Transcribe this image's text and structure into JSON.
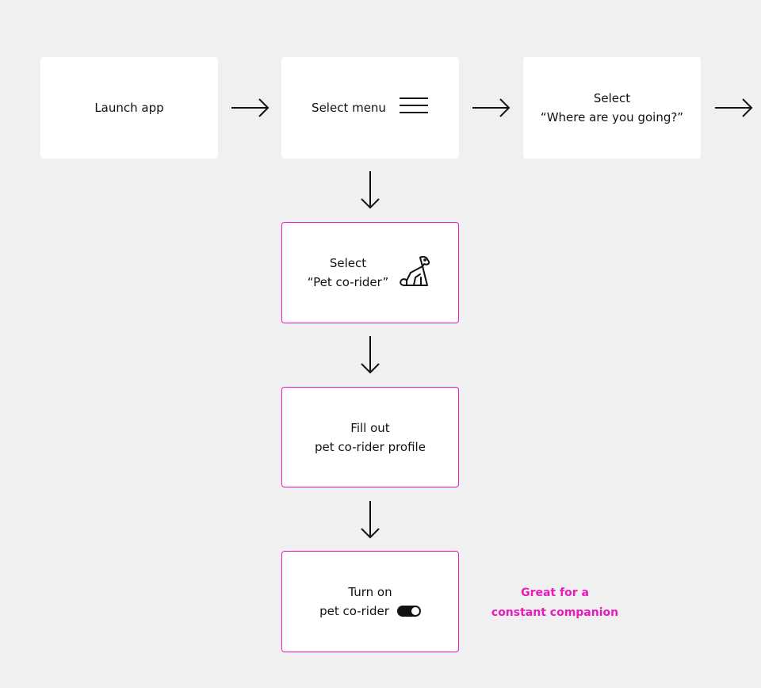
{
  "steps": {
    "launch": {
      "label": "Launch app"
    },
    "menu": {
      "label": "Select menu",
      "icon": "hamburger-menu-icon"
    },
    "where": {
      "line1": "Select",
      "line2": "“Where are you going?”"
    },
    "pet": {
      "line1": "Select",
      "line2": "“Pet co-rider”",
      "icon": "dog-icon"
    },
    "fill": {
      "line1": "Fill out",
      "line2": "pet co-rider profile"
    },
    "toggle": {
      "line1": "Turn on",
      "line2": "pet co-rider",
      "icon": "toggle-on-icon",
      "state": "on"
    }
  },
  "callout": {
    "line1": "Great for a",
    "line2": "constant companion"
  },
  "colors": {
    "accent": "#e91bbf",
    "background": "#f0f0f0",
    "box": "#ffffff",
    "ink": "#111111"
  }
}
